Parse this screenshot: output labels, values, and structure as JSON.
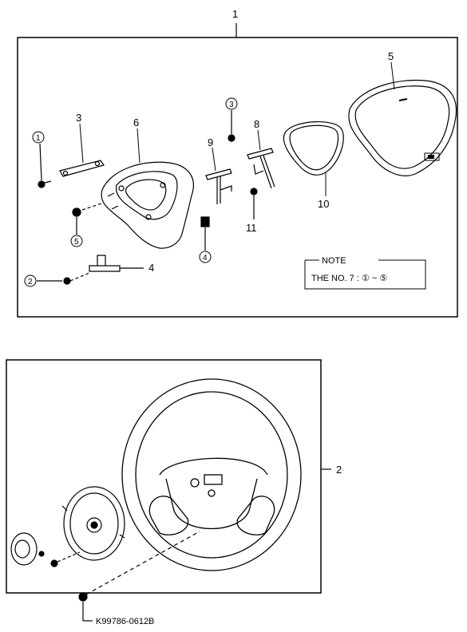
{
  "callouts": {
    "top_box": "1",
    "bottom_box": "2",
    "p3": "3",
    "p4": "4",
    "p5": "5",
    "p6": "6",
    "p8": "8",
    "p9": "9",
    "p10": "10",
    "p11": "11",
    "c1": "1",
    "c2": "2",
    "c3": "3",
    "c4": "4",
    "c5": "5"
  },
  "note": {
    "title": "NOTE",
    "text": "THE NO. 7 : ① ~ ⑤"
  },
  "drawing_code": "K99786-0612B"
}
